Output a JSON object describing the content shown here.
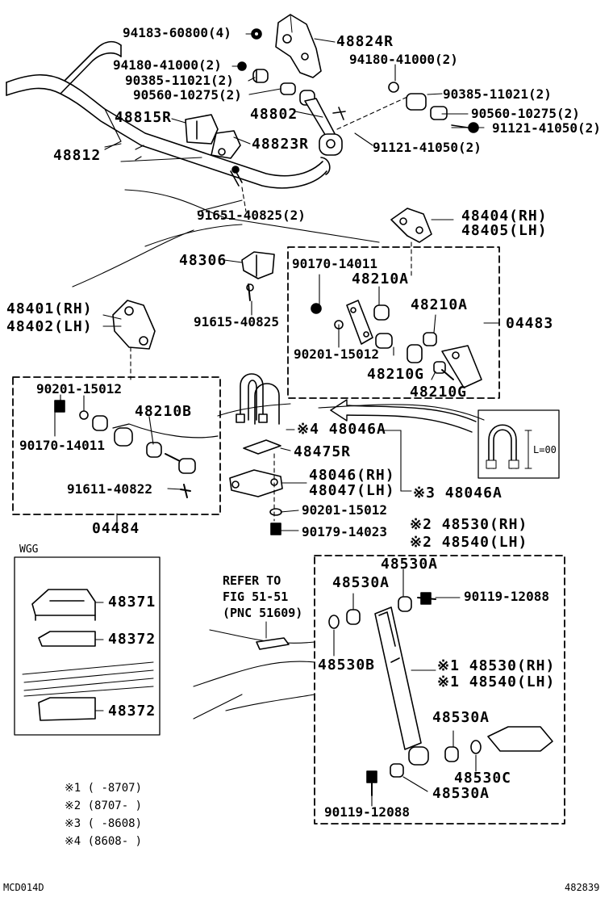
{
  "labels": {
    "p94183_60800": "94183-60800(4)",
    "p48824R": "48824R",
    "p94180_41000_left": "94180-41000(2)",
    "p94180_41000_right": "94180-41000(2)",
    "p90385_11021_left": "90385-11021(2)",
    "p90385_11021_right": "90385-11021(2)",
    "p90560_10275_left": "90560-10275(2)",
    "p90560_10275_right": "90560-10275(2)",
    "p48815R": "48815R",
    "p48802": "48802",
    "p91121_41050_a": "91121-41050(2)",
    "p91121_41050_b": "91121-41050(2)",
    "p48812": "48812",
    "p48823R": "48823R",
    "p91651_40825": "91651-40825(2)",
    "p48404": "48404(RH)",
    "p48405": "48405(LH)",
    "p48306": "48306",
    "p90170_14011_top": "90170-14011",
    "p48210A_1": "48210A",
    "p48210A_2": "48210A",
    "p48401": "48401(RH)",
    "p48402": "48402(LH)",
    "p91615_40825": "91615-40825",
    "p04483": "04483",
    "p90201_15012_top": "90201-15012",
    "p48210G_1": "48210G",
    "p48210G_2": "48210G",
    "p90201_15012_left": "90201-15012",
    "p48210B": "48210B",
    "p90170_14011_left": "90170-14011",
    "p48046A_4": "※4 48046A",
    "p48475R": "48475R",
    "p48046": "48046(RH)",
    "p48047": "48047(LH)",
    "p48046A_3": "※3 48046A",
    "p91611_40822": "91611-40822",
    "p90201_15012_bot": "90201-15012",
    "p90179_14023": "90179-14023",
    "p04484": "04484",
    "p48530_2": "※2 48530(RH)",
    "p48540_2": "※2 48540(LH)",
    "pWGG": "WGG",
    "p48530A_top": "48530A",
    "p48530A_left": "48530A",
    "p90119_12088_right": "90119-12088",
    "p48371": "48371",
    "p48372_a": "48372",
    "p48372_b": "48372",
    "p48530B": "48530B",
    "p48530_1": "※1 48530(RH)",
    "p48540_1": "※1 48540(LH)",
    "p48530A_mid": "48530A",
    "p48530C": "48530C",
    "p48530A_bot": "48530A",
    "p90119_12088_bot": "90119-12088",
    "ref_line1": "REFER TO",
    "ref_line2": "FIG 51-51",
    "ref_line3": "(PNC 51609)",
    "inset_L": "L=00"
  },
  "notes": [
    "※1 (     -8707)",
    "※2 (8707-     )",
    "※3 (     -8608)",
    "※4 (8608-     )"
  ],
  "footer": {
    "left_code": "MCD014D",
    "right_code": "482839"
  }
}
